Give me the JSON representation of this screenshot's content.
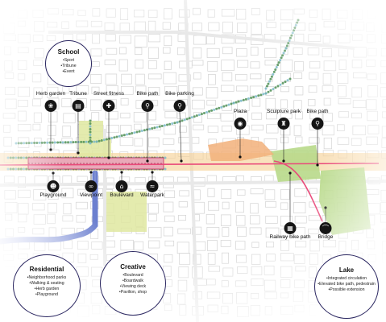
{
  "districts": {
    "school": {
      "title": "School",
      "items": [
        "Sport",
        "Tribune",
        "Event"
      ]
    },
    "residential": {
      "title": "Residential",
      "items": [
        "Neighborhood parks",
        "Walking & seating",
        "Herb garden",
        "Playground"
      ]
    },
    "creative": {
      "title": "Creative",
      "items": [
        "Boulevard",
        "Boardwalk",
        "Viewing deck",
        "Pavilion, shop"
      ]
    },
    "lake": {
      "title": "Lake",
      "items": [
        "Integrated circulation",
        "Elevated bike path, pedestrain",
        "Possible extension"
      ]
    }
  },
  "pois_top": [
    {
      "label": "Herb garden",
      "icon": "herb-icon",
      "glyph": "❀"
    },
    {
      "label": "Tribune",
      "icon": "tribune-icon",
      "glyph": "▤"
    },
    {
      "label": "Street fitness",
      "icon": "fitness-icon",
      "glyph": "✚"
    },
    {
      "label": "Bike path",
      "icon": "bike-icon",
      "glyph": "⚲"
    },
    {
      "label": "Bike parking",
      "icon": "bike-parking-icon",
      "glyph": "⚲"
    },
    {
      "label": "Plaza",
      "icon": "plaza-icon",
      "glyph": "◉"
    },
    {
      "label": "Sculpture park",
      "icon": "sculpture-icon",
      "glyph": "♜"
    },
    {
      "label": "Bike path",
      "icon": "bike-icon",
      "glyph": "⚲"
    }
  ],
  "pois_bottom": [
    {
      "label": "Playground",
      "icon": "playground-icon",
      "glyph": "☻"
    },
    {
      "label": "Viewpoint",
      "icon": "binoculars-icon",
      "glyph": "∞"
    },
    {
      "label": "Boulevard",
      "icon": "bench-icon",
      "glyph": "⌂"
    },
    {
      "label": "Waterpark",
      "icon": "water-icon",
      "glyph": "≈"
    },
    {
      "label": "Railway bike path",
      "icon": "rail-icon",
      "glyph": "▦"
    },
    {
      "label": "Bridge",
      "icon": "bridge-icon",
      "glyph": "⌒"
    }
  ],
  "colors": {
    "corridor": "#e94a7a",
    "corridor_fill": "#e9a9b8",
    "park": "#b8d98a",
    "park_yellow": "#dfe7a0",
    "plaza": "#f2b07a",
    "water": "#7d8fd3",
    "accent_band": "#f6d39a",
    "tree": "#4d8f55",
    "bubble_border": "#2a2660"
  }
}
